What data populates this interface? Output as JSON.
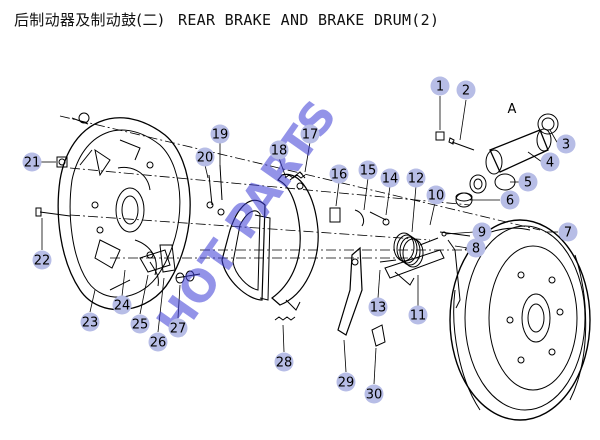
{
  "title": {
    "zh": "后制动器及制动鼓(二)",
    "en": "REAR BRAKE AND BRAKE DRUM(2)"
  },
  "watermark": "HOT PARTS",
  "callouts": [
    {
      "id": "1",
      "label": "1"
    },
    {
      "id": "2",
      "label": "2"
    },
    {
      "id": "A",
      "label": "A"
    },
    {
      "id": "3",
      "label": "3"
    },
    {
      "id": "4",
      "label": "4"
    },
    {
      "id": "5",
      "label": "5"
    },
    {
      "id": "6",
      "label": "6"
    },
    {
      "id": "7",
      "label": "7"
    },
    {
      "id": "8",
      "label": "8"
    },
    {
      "id": "9",
      "label": "9"
    },
    {
      "id": "10",
      "label": "10"
    },
    {
      "id": "11",
      "label": "11"
    },
    {
      "id": "12",
      "label": "12"
    },
    {
      "id": "13",
      "label": "13"
    },
    {
      "id": "14",
      "label": "14"
    },
    {
      "id": "15",
      "label": "15"
    },
    {
      "id": "16",
      "label": "16"
    },
    {
      "id": "17",
      "label": "17"
    },
    {
      "id": "18",
      "label": "18"
    },
    {
      "id": "19",
      "label": "19"
    },
    {
      "id": "20",
      "label": "20"
    },
    {
      "id": "21",
      "label": "21"
    },
    {
      "id": "22",
      "label": "22"
    },
    {
      "id": "23",
      "label": "23"
    },
    {
      "id": "24",
      "label": "24"
    },
    {
      "id": "25",
      "label": "25"
    },
    {
      "id": "26",
      "label": "26"
    },
    {
      "id": "27",
      "label": "27"
    },
    {
      "id": "28",
      "label": "28"
    },
    {
      "id": "29",
      "label": "29"
    },
    {
      "id": "30",
      "label": "30"
    }
  ],
  "colors": {
    "bubble": "#b7bde6",
    "line": "#000000",
    "watermark": "#3b3bd6"
  }
}
